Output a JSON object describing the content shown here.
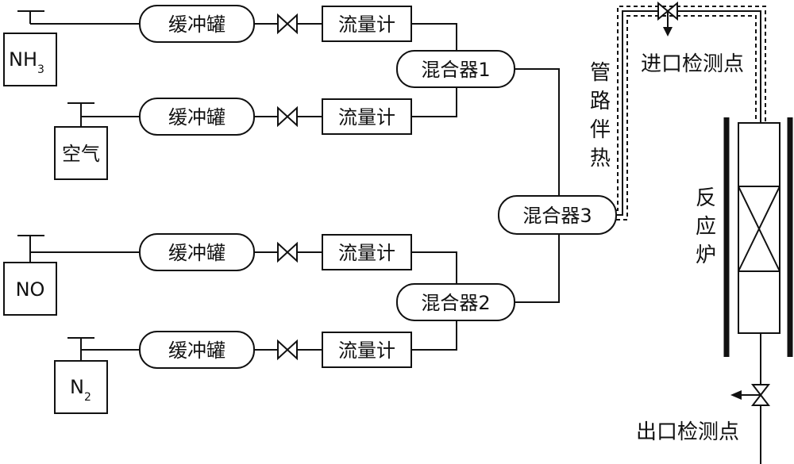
{
  "sources": [
    {
      "main": "NH",
      "sub": "3"
    },
    {
      "main": "空气",
      "sub": ""
    },
    {
      "main": "NO",
      "sub": ""
    },
    {
      "main": "N",
      "sub": "2"
    }
  ],
  "buffer_label": "缓冲罐",
  "flowmeter_label": "流量计",
  "mixers": [
    "混合器1",
    "混合器2",
    "混合器3"
  ],
  "heat_trace": [
    "管",
    "路",
    "伴",
    "热"
  ],
  "reactor": [
    "反",
    "应",
    "炉"
  ],
  "inlet_label": "进口检测点",
  "outlet_label": "出口检测点"
}
